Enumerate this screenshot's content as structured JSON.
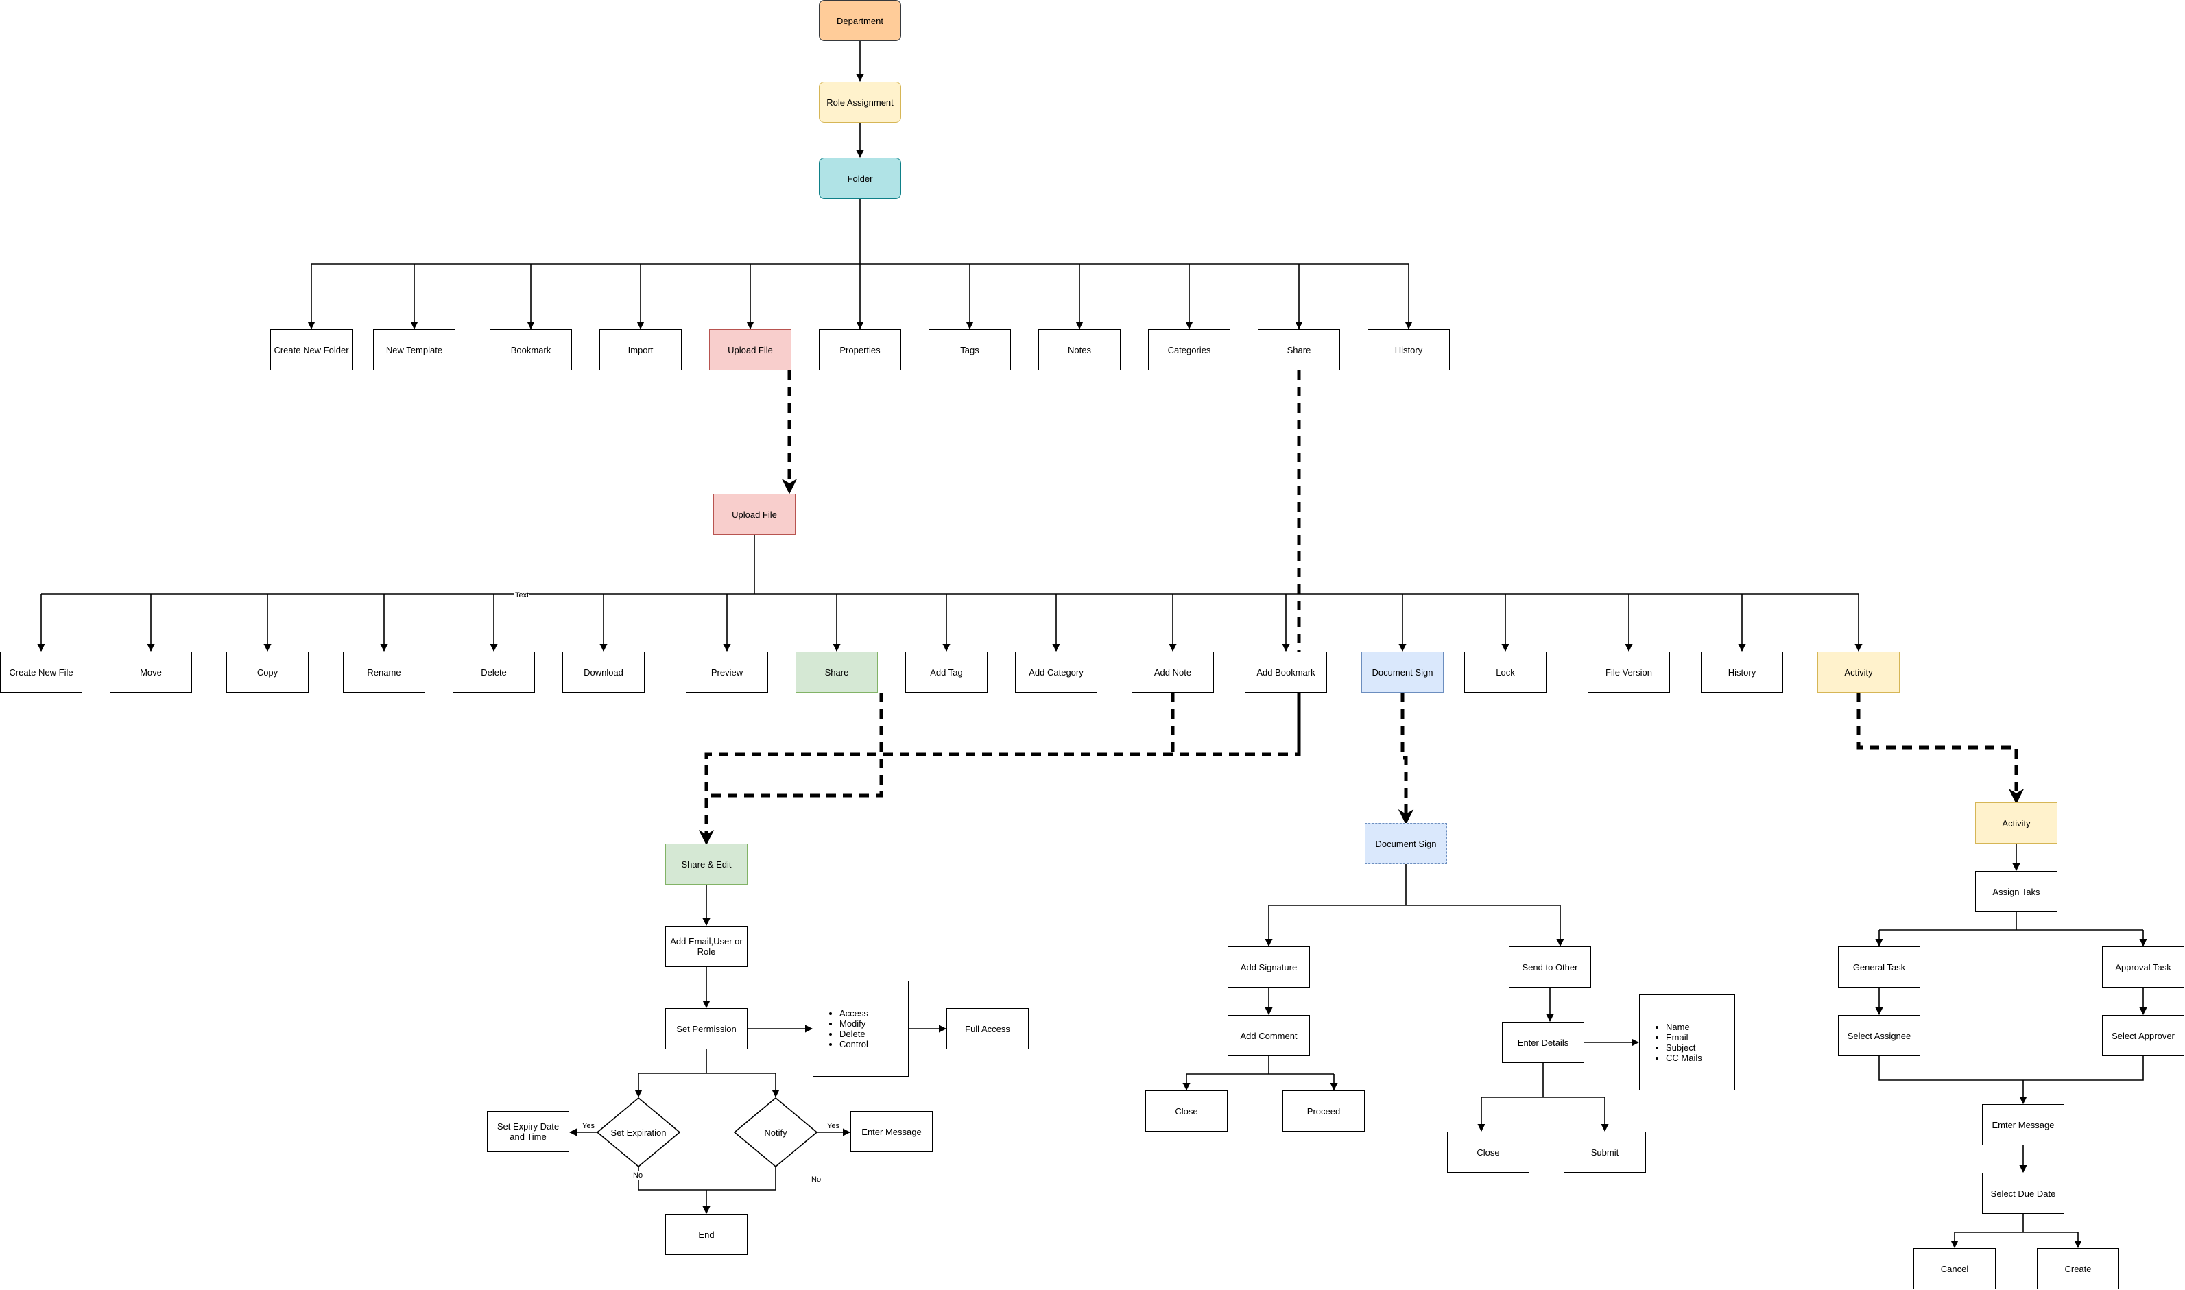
{
  "top": {
    "department": "Department",
    "role_assignment": "Role Assignment",
    "folder": "Folder"
  },
  "folder_actions": [
    "Create New Folder",
    "New Template",
    "Bookmark",
    "Import",
    "Upload File",
    "Properties",
    "Tags",
    "Notes",
    "Categories",
    "Share",
    "History"
  ],
  "upload_file": "Upload File",
  "file_actions": [
    "Create New File",
    "Move",
    "Copy",
    "Rename",
    "Delete",
    "Download",
    "Preview",
    "Share",
    "Add Tag",
    "Add Category",
    "Add Note",
    "Add Bookmark",
    "Document Sign",
    "Lock",
    "File Version",
    "History",
    "Activity"
  ],
  "stray_text": "Text",
  "share_edit": {
    "title": "Share & Edit",
    "add_email": "Add Email,User or Role",
    "set_permission": "Set Permission",
    "permissions": [
      "Access",
      "Modify",
      "Delete",
      "Control"
    ],
    "full_access": "Full Access",
    "set_expiration": "Set Expiration",
    "notify": "Notify",
    "set_expiry": "Set Expiry Date and Time",
    "enter_message": "Enter Message",
    "end": "End",
    "yes": "Yes",
    "no": "No"
  },
  "doc_sign": {
    "title": "Document Sign",
    "add_signature": "Add Signature",
    "add_comment": "Add Comment",
    "close": "Close",
    "proceed": "Proceed",
    "send_to_other": "Send to Other",
    "enter_details": "Enter Details",
    "details": [
      "Name",
      "Email",
      "Subject",
      "CC Mails"
    ],
    "close2": "Close",
    "submit": "Submit"
  },
  "activity": {
    "title": "Activity",
    "assign_task": "Assign Taks",
    "general_task": "General Task",
    "approval_task": "Approval Task",
    "select_assignee": "Select Assignee",
    "select_approver": "Select Approver",
    "enter_message": "Emter Message",
    "select_due_date": "Select Due Date",
    "cancel": "Cancel",
    "create": "Create"
  }
}
